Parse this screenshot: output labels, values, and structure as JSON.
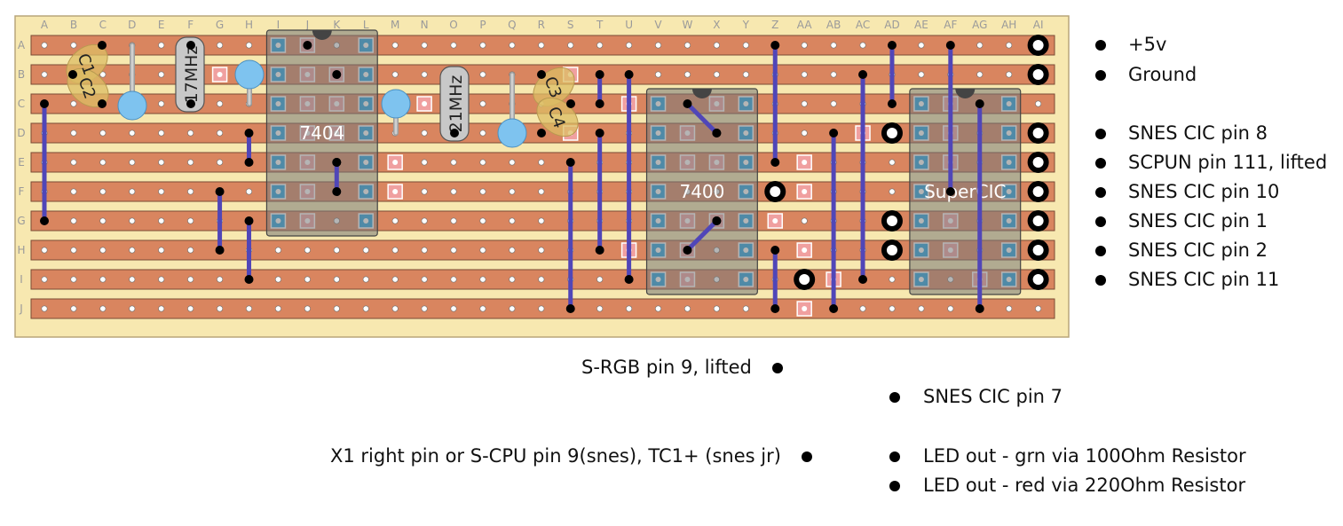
{
  "columns": [
    "A",
    "B",
    "C",
    "D",
    "E",
    "F",
    "G",
    "H",
    "I",
    "J",
    "K",
    "L",
    "M",
    "N",
    "O",
    "P",
    "Q",
    "R",
    "S",
    "T",
    "U",
    "V",
    "W",
    "X",
    "Y",
    "Z",
    "AA",
    "AB",
    "AC",
    "AD",
    "AE",
    "AF",
    "AG",
    "AH",
    "AI"
  ],
  "rows": [
    "A",
    "B",
    "C",
    "D",
    "E",
    "F",
    "G",
    "H",
    "I",
    "J"
  ],
  "colors": {
    "board": "#f7e8b0",
    "strip": "#d9855f",
    "wire": "#5046b8",
    "chip": "rgba(120,120,120,0.55)",
    "pad_blue": "#1ea0e0",
    "pad_pink": "#f0a0a0",
    "crystal": "#c8c8c8",
    "cap_yellow": "rgba(220,190,100,0.75)",
    "cap_blue": "#7ec3ef"
  },
  "chips": [
    {
      "label": "7404",
      "name": "chip-7404"
    },
    {
      "label": "7400",
      "name": "chip-7400"
    },
    {
      "label": "SuperCIC",
      "name": "chip-supercic"
    }
  ],
  "components": {
    "c1": "C1",
    "c2": "C2",
    "c3": "C3",
    "c4": "C4",
    "x17": "17MHz",
    "x21": "21MHz"
  },
  "legend": {
    "vcc": "+5v",
    "gnd": "Ground",
    "cic8": "SNES CIC pin 8",
    "scpun": "SCPUN pin 111, lifted",
    "cic10": "SNES CIC pin 10",
    "cic1": "SNES CIC pin 1",
    "cic2": "SNES CIC pin 2",
    "cic11": "SNES CIC pin 11"
  },
  "bottom_labels": {
    "srgb": "S-RGB pin 9, lifted",
    "cic7": "SNES CIC pin 7",
    "x1": "X1 right pin or S-CPU pin 9(snes), TC1+ (snes jr)",
    "led_grn": "LED out - grn via 100Ohm Resistor",
    "led_red": "LED out - red via 220Ohm Resistor"
  }
}
